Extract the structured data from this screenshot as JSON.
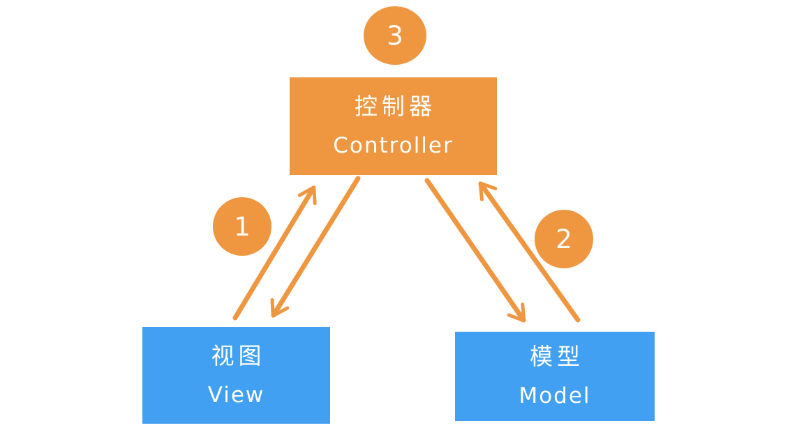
{
  "colors": {
    "orange": "#EF9641",
    "blue": "#41A0F1",
    "canvas": "#FFFFFF",
    "node_text": "#FFFFFF"
  },
  "nodes": {
    "controller": {
      "label_zh": "控制器",
      "label_en": "Controller",
      "badge": "3"
    },
    "view": {
      "label_zh": "视图",
      "label_en": "View",
      "badge": "1"
    },
    "model": {
      "label_zh": "模型",
      "label_en": "Model",
      "badge": "2"
    }
  },
  "edges": [
    {
      "from": "view",
      "to": "controller",
      "style": "hand-drawn-arrow"
    },
    {
      "from": "controller",
      "to": "view",
      "style": "hand-drawn-arrow"
    },
    {
      "from": "model",
      "to": "controller",
      "style": "hand-drawn-arrow"
    },
    {
      "from": "controller",
      "to": "model",
      "style": "hand-drawn-arrow"
    }
  ]
}
